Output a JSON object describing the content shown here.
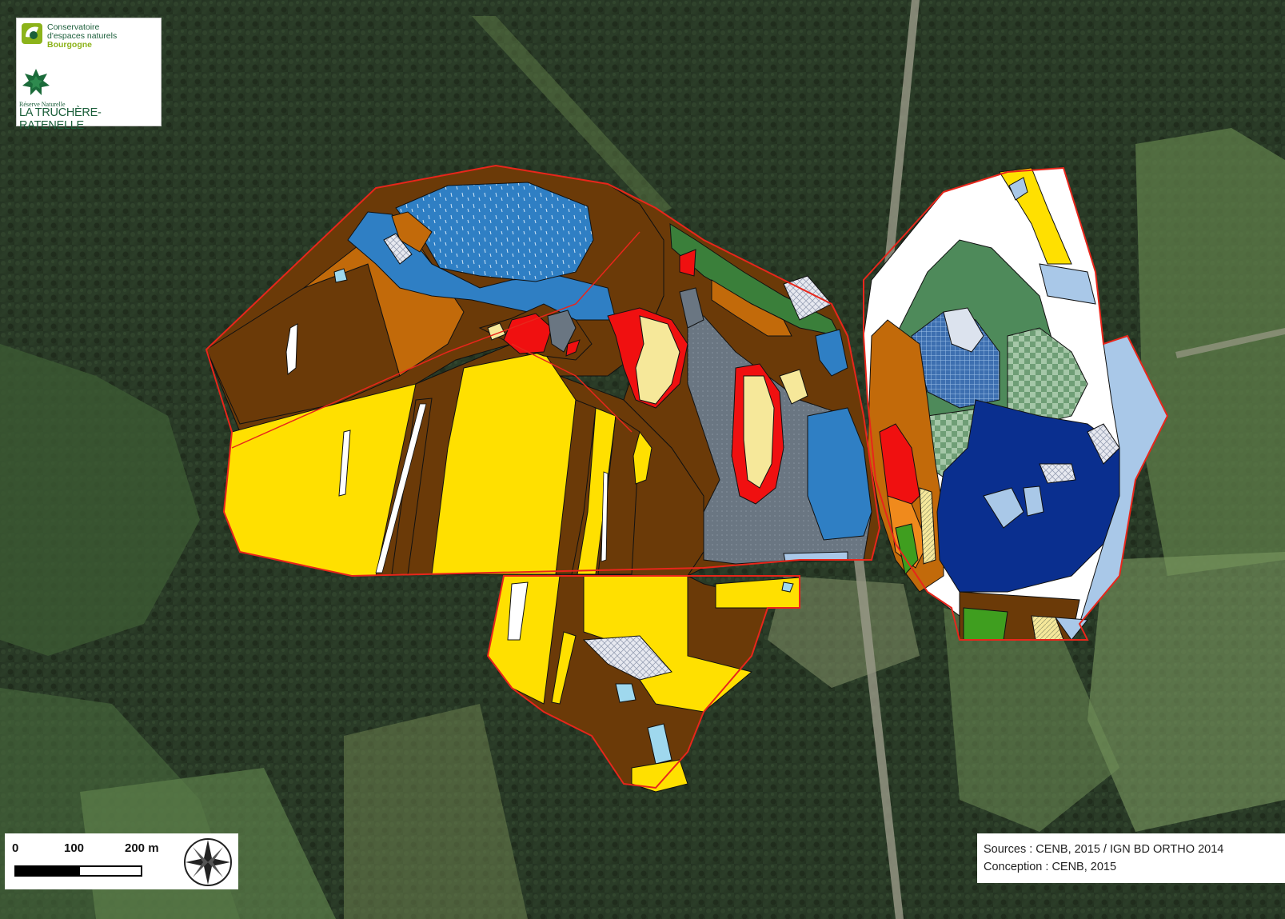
{
  "logo_cen": {
    "line1": "Conservatoire",
    "line2": "d'espaces naturels",
    "line3": "Bourgogne"
  },
  "logo_reserve": {
    "subtitle": "Réserve Naturelle",
    "name": "LA TRUCHÈRE-RATENELLE"
  },
  "scale_bar": {
    "labels": [
      "0",
      "100",
      "200 m"
    ]
  },
  "credits": {
    "sources": "Sources : CENB, 2015 / IGN BD ORTHO 2014",
    "conception": "Conception : CENB, 2015"
  },
  "icons": {
    "compass": "compass-rose-icon",
    "cen_logo": "cen-leaf-logo-icon",
    "reserve_logo": "green-star-emblem-icon"
  },
  "colors": {
    "boundary": "#e8261b",
    "brown_dark": "#6b3a08",
    "brown_orange": "#c26a0a",
    "yellow": "#ffe000",
    "blue_mid": "#2f7fc4",
    "blue_dark": "#0a2f8f",
    "blue_light": "#a9c8e8",
    "light_cyan": "#9fd8ee",
    "grey": "#6a7682",
    "red": "#f01010",
    "pale_yellow": "#f6e89a",
    "green_mid": "#4e8a5a",
    "green_check": "#86b08a",
    "green_bright": "#3f9e1f",
    "orange": "#f08a1c",
    "white": "#ffffff"
  }
}
